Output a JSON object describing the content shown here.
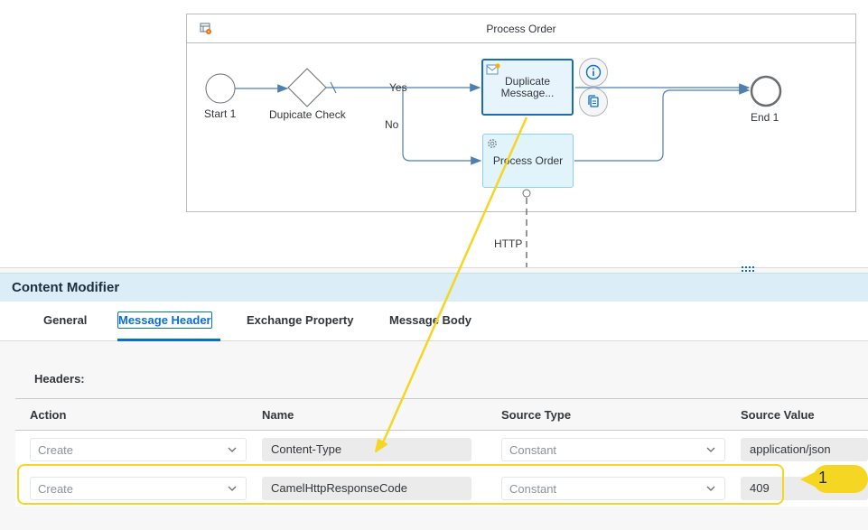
{
  "diagram": {
    "pool_title": "Process Order",
    "start_label": "Start 1",
    "gateway_label": "Dupicate Check",
    "end_label": "End 1",
    "flow_yes": "Yes",
    "flow_no": "No",
    "task_duplicate_label": "Duplicate Message...",
    "task_process_label": "Process Order",
    "http_label": "HTTP"
  },
  "panel": {
    "title": "Content Modifier",
    "tabs": [
      "General",
      "Message Header",
      "Exchange Property",
      "Message Body"
    ],
    "active_tab": "Message Header",
    "section_label": "Headers:",
    "columns": [
      "Action",
      "Name",
      "Source Type",
      "Source Value"
    ],
    "rows": [
      {
        "action": "Create",
        "name": "Content-Type",
        "source_type": "Constant",
        "source_value": "application/json"
      },
      {
        "action": "Create",
        "name": "CamelHttpResponseCode",
        "source_type": "Constant",
        "source_value": "409"
      }
    ]
  },
  "annotation": {
    "badge_number": "1",
    "color": "#f5d623"
  },
  "colors": {
    "accent": "#0a6ed1",
    "task_fill": "#e1f3fb",
    "selected_border": "#1a6bb5",
    "title_bar": "#dbeef8"
  },
  "icons": [
    "integration-flow-icon",
    "message-mapping-icon",
    "gear-icon",
    "info-icon",
    "copy-icon",
    "chevron-down-icon",
    "grip-icon"
  ]
}
